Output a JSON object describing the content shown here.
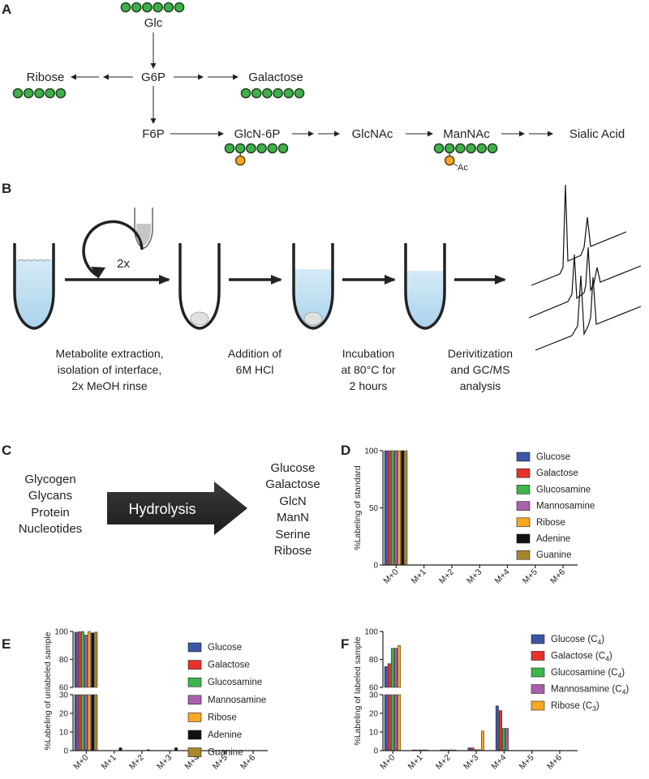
{
  "panels": {
    "a": "A",
    "b": "B",
    "c": "C",
    "d": "D",
    "e": "E",
    "f": "F"
  },
  "pathway": {
    "glc": "Glc",
    "g6p": "G6P",
    "ribose": "Ribose",
    "galactose": "Galactose",
    "f6p": "F6P",
    "glcn6p": "GlcN-6P",
    "glcnac": "GlcNAc",
    "mannac": "ManNAc",
    "sialic": "Sialic Acid",
    "ac": "Ac"
  },
  "workflow": {
    "repeat": "2x",
    "step1": [
      "Metabolite extraction,",
      "isolation of interface,",
      "2x MeOH rinse"
    ],
    "step2": [
      "Addition of",
      "6M HCl"
    ],
    "step3": [
      "Incubation",
      "at 80°C for",
      "2 hours"
    ],
    "step4": [
      "Derivitization",
      "and GC/MS",
      "analysis"
    ]
  },
  "hydrolysis": {
    "sources": [
      "Glycogen",
      "Glycans",
      "Protein",
      "Nucleotides"
    ],
    "arrow_label": "Hydrolysis",
    "products": [
      "Glucose",
      "Galactose",
      "GlcN",
      "ManN",
      "Serine",
      "Ribose"
    ]
  },
  "chart_data": [
    {
      "id": "D",
      "type": "bar",
      "ylabel": "%Labeling of standard",
      "ylim": [
        0,
        100
      ],
      "yticks": [
        0,
        50,
        100
      ],
      "categories": [
        "M+0",
        "M+1",
        "M+2",
        "M+3",
        "M+4",
        "M+5",
        "M+6"
      ],
      "series": [
        {
          "name": "Glucose",
          "color": "#3a56a5",
          "values": [
            100,
            0,
            0,
            0,
            0,
            0,
            0
          ]
        },
        {
          "name": "Galactose",
          "color": "#e8302a",
          "values": [
            100,
            0,
            0,
            0,
            0,
            0,
            0
          ]
        },
        {
          "name": "Glucosamine",
          "color": "#3db54a",
          "values": [
            100,
            0,
            0,
            0,
            0,
            0,
            0
          ]
        },
        {
          "name": "Mannosamine",
          "color": "#a860ad",
          "values": [
            100,
            0,
            0,
            0,
            0,
            0,
            0
          ]
        },
        {
          "name": "Ribose",
          "color": "#f7a823",
          "values": [
            100,
            0,
            0,
            0,
            0,
            0,
            0
          ]
        },
        {
          "name": "Adenine",
          "color": "#111111",
          "values": [
            100,
            0,
            0,
            0,
            0,
            0,
            0
          ]
        },
        {
          "name": "Guanine",
          "color": "#a8862b",
          "values": [
            100,
            0,
            0,
            0,
            0,
            0,
            0
          ]
        }
      ]
    },
    {
      "id": "E",
      "type": "bar",
      "broken_axis": true,
      "ylabel": "%Labeling of unlabeled sample",
      "ylim_lower": [
        0,
        30
      ],
      "yticks_lower": [
        0,
        10,
        20,
        30
      ],
      "ylim_upper": [
        60,
        100
      ],
      "yticks_upper": [
        60,
        80,
        100
      ],
      "categories": [
        "M+0",
        "M+1",
        "M+2",
        "M+3",
        "M+4",
        "M+5",
        "M+6"
      ],
      "series": [
        {
          "name": "Glucose",
          "color": "#3a56a5",
          "values": [
            99.5,
            0,
            0,
            0,
            0,
            0,
            0
          ]
        },
        {
          "name": "Galactose",
          "color": "#e8302a",
          "values": [
            99.8,
            0,
            0,
            0,
            0,
            0,
            0
          ]
        },
        {
          "name": "Glucosamine",
          "color": "#3db54a",
          "values": [
            101,
            0,
            0,
            0,
            0,
            0,
            0
          ]
        },
        {
          "name": "Mannosamine",
          "color": "#a860ad",
          "values": [
            97.5,
            0,
            0,
            0,
            0,
            0,
            0
          ]
        },
        {
          "name": "Ribose",
          "color": "#f7a823",
          "values": [
            100.3,
            0,
            0,
            0,
            0,
            0,
            0
          ]
        },
        {
          "name": "Adenine",
          "color": "#111111",
          "values": [
            99,
            1.5,
            0.5,
            1.5,
            0,
            0,
            0
          ]
        },
        {
          "name": "Guanine",
          "color": "#a8862b",
          "values": [
            99.5,
            0,
            0,
            0,
            0,
            0,
            0
          ]
        }
      ]
    },
    {
      "id": "F",
      "type": "bar",
      "broken_axis": true,
      "ylabel": "%Labeling of labeled sample",
      "ylim_lower": [
        0,
        30
      ],
      "yticks_lower": [
        0,
        10,
        20,
        30
      ],
      "ylim_upper": [
        60,
        100
      ],
      "yticks_upper": [
        60,
        80,
        100
      ],
      "categories": [
        "M+0",
        "M+1",
        "M+2",
        "M+3",
        "M+4",
        "M+5",
        "M+6"
      ],
      "series": [
        {
          "name": "Glucose",
          "suffix": "C",
          "sub": "4",
          "color": "#3a56a5",
          "values": [
            75,
            0.2,
            0.2,
            1.5,
            24,
            0,
            0
          ]
        },
        {
          "name": "Galactose",
          "suffix": "C",
          "sub": "4",
          "color": "#e8302a",
          "values": [
            77,
            0.2,
            0.2,
            1.5,
            21.5,
            0,
            0
          ]
        },
        {
          "name": "Glucosamine",
          "suffix": "C",
          "sub": "4",
          "color": "#3db54a",
          "values": [
            88,
            0.2,
            0.2,
            0.5,
            12,
            0,
            0
          ]
        },
        {
          "name": "Mannosamine",
          "suffix": "C",
          "sub": "4",
          "color": "#a860ad",
          "values": [
            88,
            0.2,
            0.2,
            0.5,
            12,
            0,
            0
          ]
        },
        {
          "name": "Ribose",
          "suffix": "C",
          "sub": "3",
          "color": "#f7a823",
          "values": [
            90,
            0.2,
            0.2,
            10.5,
            0,
            0,
            0
          ]
        }
      ]
    }
  ]
}
